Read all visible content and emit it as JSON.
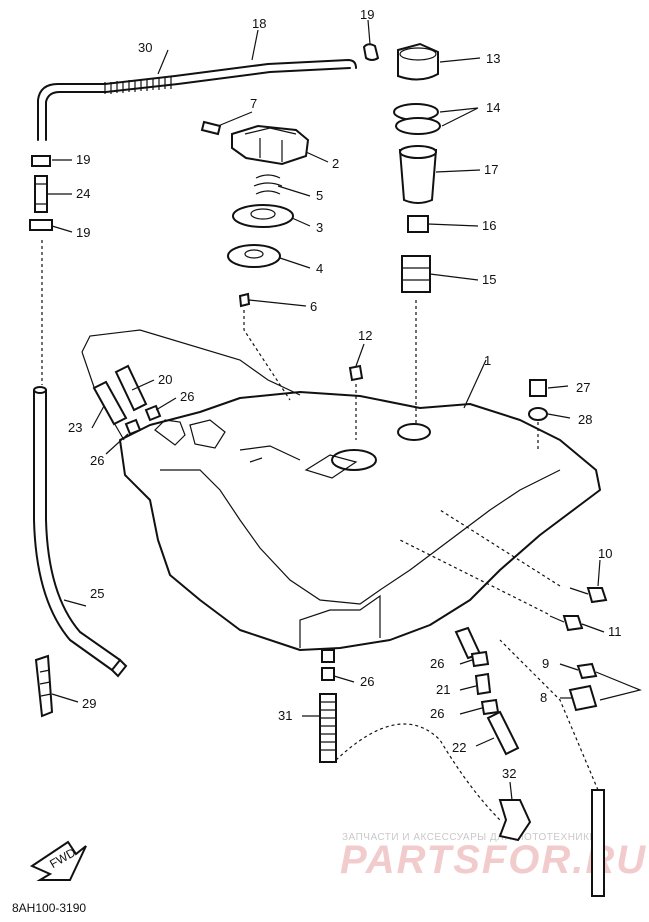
{
  "diagram": {
    "code": "8AH100-3190",
    "fwd_label": "FWD",
    "watermark": {
      "line1": "ЗАПЧАСТИ И АКСЕССУАРЫ ДЛЯ МОТОТЕХНИКИ",
      "line2": "PARTSFOR.RU"
    }
  },
  "callouts": [
    {
      "id": "c1",
      "label": "1"
    },
    {
      "id": "c2",
      "label": "2"
    },
    {
      "id": "c3",
      "label": "3"
    },
    {
      "id": "c4",
      "label": "4"
    },
    {
      "id": "c5",
      "label": "5"
    },
    {
      "id": "c6",
      "label": "6"
    },
    {
      "id": "c7",
      "label": "7"
    },
    {
      "id": "c8",
      "label": "8"
    },
    {
      "id": "c9",
      "label": "9"
    },
    {
      "id": "c10",
      "label": "10"
    },
    {
      "id": "c11",
      "label": "11"
    },
    {
      "id": "c12",
      "label": "12"
    },
    {
      "id": "c13",
      "label": "13"
    },
    {
      "id": "c14",
      "label": "14"
    },
    {
      "id": "c15",
      "label": "15"
    },
    {
      "id": "c16",
      "label": "16"
    },
    {
      "id": "c17",
      "label": "17"
    },
    {
      "id": "c18",
      "label": "18"
    },
    {
      "id": "c19a",
      "label": "19"
    },
    {
      "id": "c19b",
      "label": "19"
    },
    {
      "id": "c19c",
      "label": "19"
    },
    {
      "id": "c20",
      "label": "20"
    },
    {
      "id": "c21",
      "label": "21"
    },
    {
      "id": "c22",
      "label": "22"
    },
    {
      "id": "c23",
      "label": "23"
    },
    {
      "id": "c24",
      "label": "24"
    },
    {
      "id": "c25",
      "label": "25"
    },
    {
      "id": "c26a",
      "label": "26"
    },
    {
      "id": "c26b",
      "label": "26"
    },
    {
      "id": "c26c",
      "label": "26"
    },
    {
      "id": "c26d",
      "label": "26"
    },
    {
      "id": "c26e",
      "label": "26"
    },
    {
      "id": "c27",
      "label": "27"
    },
    {
      "id": "c28",
      "label": "28"
    },
    {
      "id": "c29",
      "label": "29"
    },
    {
      "id": "c30",
      "label": "30"
    },
    {
      "id": "c31",
      "label": "31"
    },
    {
      "id": "c32",
      "label": "32"
    }
  ]
}
